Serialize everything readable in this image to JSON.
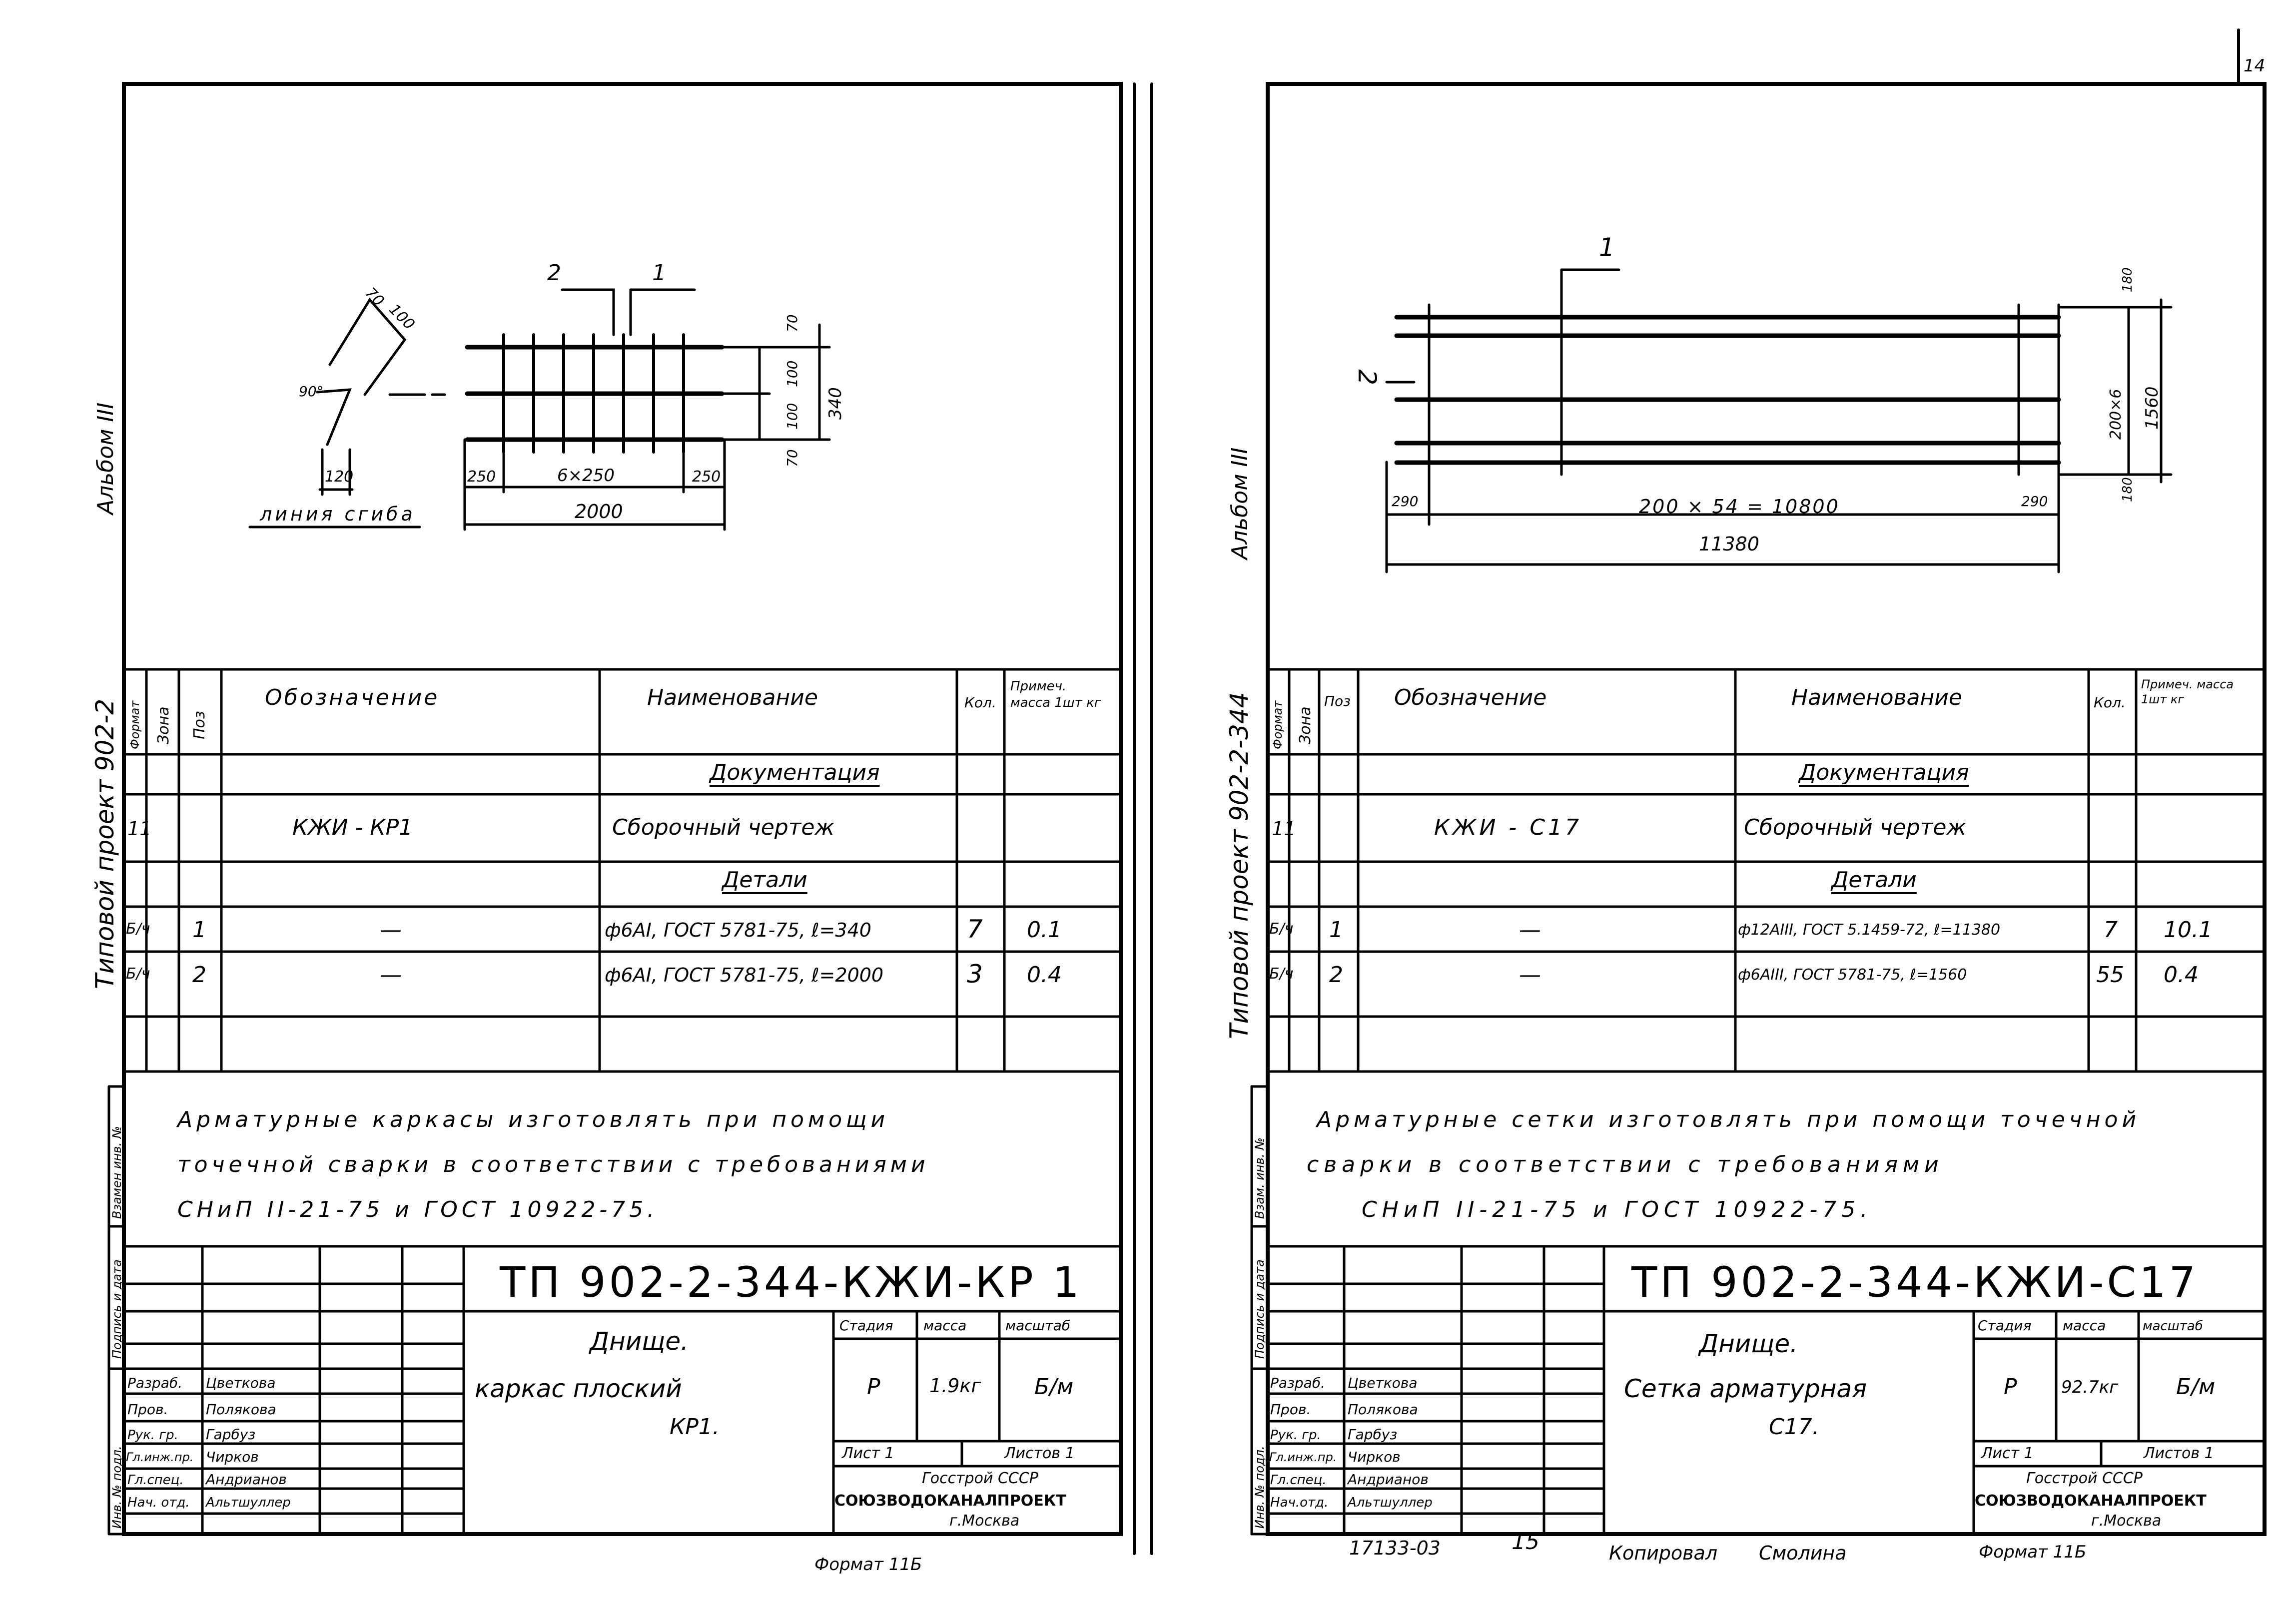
{
  "page_number": "14",
  "left": {
    "side_album": "Альбом III",
    "side_project": "Типовой проект 902-2",
    "sketch": {
      "dim_70a": "70",
      "dim_100a": "100",
      "dim_90": "90°",
      "dim_120": "120",
      "fold_line": "линия сгиба",
      "callout_2": "2",
      "callout_1": "1",
      "dim_70r1": "70",
      "dim_100r1": "100",
      "dim_100r2": "100",
      "dim_70r2": "70",
      "dim_340": "340",
      "dim_250l": "250",
      "dim_6x250": "6×250",
      "dim_250r": "250",
      "dim_2000": "2000"
    },
    "table": {
      "h_format": "Формат",
      "h_zone": "Зона",
      "h_pos": "Поз",
      "h_designation": "Обозначение",
      "h_name": "Наименование",
      "h_qty": "Кол.",
      "h_note": "Примеч. масса 1шт кг",
      "sec_doc": "Документация",
      "row_doc": {
        "format": "11",
        "designation": "КЖИ - КР1",
        "name": "Сборочный чертеж"
      },
      "sec_parts": "Детали",
      "rows": [
        {
          "format": "Б/ч",
          "pos": "1",
          "designation": "—",
          "name": "ф6АI, ГОСТ 5781-75, ℓ=340",
          "qty": "7",
          "mass": "0.1"
        },
        {
          "format": "Б/ч",
          "pos": "2",
          "designation": "—",
          "name": "ф6АI, ГОСТ 5781-75, ℓ=2000",
          "qty": "3",
          "mass": "0.4"
        }
      ]
    },
    "note": [
      "Арматурные каркасы изготовлять при помощи",
      "точечной сварки в соответствии с требованиями",
      "СНиП II-21-75 и ГОСТ 10922-75."
    ],
    "stamp_side": [
      "Инв. № подл.",
      "Подпись и дата",
      "Взамен инв. №"
    ],
    "title": {
      "code": "ТП 902-2-344-КЖИ-КР 1",
      "name": [
        "Днище.",
        "каркас плоский",
        "КР1."
      ],
      "h_stage": "Стадия",
      "h_mass": "масса",
      "h_scale": "масштаб",
      "stage": "Р",
      "mass": "1.9кг",
      "scale": "Б/м",
      "sheet": "Лист 1",
      "sheets": "Листов 1",
      "org1": "Госстрой СССР",
      "org2": "СОЮЗВОДОКАНАЛПРОЕКТ",
      "org3": "г.Москва",
      "people": [
        {
          "role": "Разраб.",
          "name": "Цветкова"
        },
        {
          "role": "Пров.",
          "name": "Полякова"
        },
        {
          "role": "Рук. гр.",
          "name": "Гарбуз"
        },
        {
          "role": "Гл.инж.пр.",
          "name": "Чирков"
        },
        {
          "role": "Гл.спец.",
          "name": "Андрианов"
        },
        {
          "role": "Нач. отд.",
          "name": "Альтшуллер"
        }
      ]
    }
  },
  "right": {
    "side_album": "Альбом III",
    "side_project": "Типовой проект 902-2-344",
    "sketch": {
      "callout_1": "1",
      "callout_2": "2",
      "dim_180t": "180",
      "dim_200x6": "200×6",
      "dim_1560": "1560",
      "dim_180b": "180",
      "dim_290l": "290",
      "dim_span": "200 × 54 = 10800",
      "dim_290r": "290",
      "dim_11380": "11380"
    },
    "table": {
      "h_format": "Формат",
      "h_zone": "Зона",
      "h_pos": "Поз",
      "h_designation": "Обозначение",
      "h_name": "Наименование",
      "h_qty": "Кол.",
      "h_note": "Примеч. масса 1шт кг",
      "sec_doc": "Документация",
      "row_doc": {
        "format": "11",
        "designation": "КЖИ - С17",
        "name": "Сборочный чертеж"
      },
      "sec_parts": "Детали",
      "rows": [
        {
          "format": "Б/ч",
          "pos": "1",
          "designation": "—",
          "name": "ф12АIII, ГОСТ 5.1459-72, ℓ=11380",
          "qty": "7",
          "mass": "10.1"
        },
        {
          "format": "Б/ч",
          "pos": "2",
          "designation": "—",
          "name": "ф6АIII, ГОСТ 5781-75, ℓ=1560",
          "qty": "55",
          "mass": "0.4"
        }
      ]
    },
    "note": [
      "Арматурные сетки изготовлять при помощи точечной",
      "сварки в соответствии с требованиями",
      "СНиП II-21-75 и ГОСТ 10922-75."
    ],
    "stamp_side": [
      "Инв. № подл.",
      "Подпись и дата",
      "Взам. инв. №"
    ],
    "title": {
      "code": "ТП 902-2-344-КЖИ-С17",
      "name": [
        "Днище.",
        "Сетка арматурная",
        "С17."
      ],
      "h_stage": "Стадия",
      "h_mass": "масса",
      "h_scale": "масштаб",
      "stage": "Р",
      "mass": "92.7кг",
      "scale": "Б/м",
      "sheet": "Лист 1",
      "sheets": "Листов 1",
      "org1": "Госстрой СССР",
      "org2": "СОЮЗВОДОКАНАЛПРОЕКТ",
      "org3": "г.Москва",
      "people": [
        {
          "role": "Разраб.",
          "name": "Цветкова"
        },
        {
          "role": "Пров.",
          "name": "Полякова"
        },
        {
          "role": "Рук. гр.",
          "name": "Гарбуз"
        },
        {
          "role": "Гл.инж.пр.",
          "name": "Чирков"
        },
        {
          "role": "Гл.спец.",
          "name": "Андрианов"
        },
        {
          "role": "Нач.отд.",
          "name": "Альтшуллер"
        }
      ]
    }
  },
  "footer": {
    "format_left": "Формат 11Б",
    "inv_number": "17133-03",
    "sheet_num": "15",
    "copied": "Копировал",
    "copier": "Смолина",
    "format_right": "Формат 11Б"
  }
}
